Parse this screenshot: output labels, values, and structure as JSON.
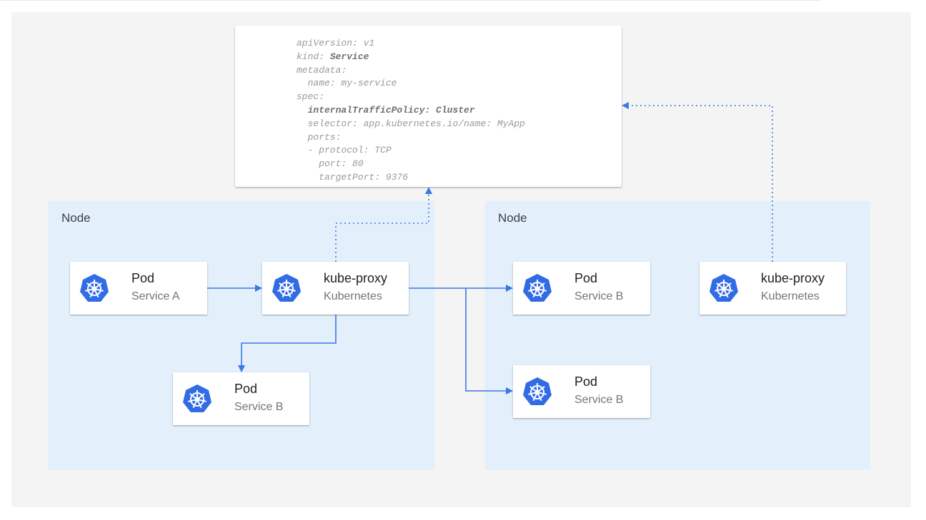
{
  "colors": {
    "accent": "#3a78e6",
    "k8s": "#326ce5",
    "node_bg": "#e3f0fc",
    "panel": "#f4f4f4"
  },
  "yaml": {
    "lines": [
      "apiVersion: v1",
      "kind: ",
      "Service",
      "metadata:",
      "  name: my-service",
      "spec:",
      "  internalTrafficPolicy: Cluster",
      "  selector: app.kubernetes.io/name: MyApp",
      "  ports:",
      "  - protocol: TCP",
      "    port: 80",
      "    targetPort: 9376"
    ]
  },
  "nodes": [
    {
      "label": "Node"
    },
    {
      "label": "Node"
    }
  ],
  "cards": [
    {
      "title": "Pod",
      "subtitle": "Service A",
      "icon": "kubernetes-icon"
    },
    {
      "title": "kube-proxy",
      "subtitle": "Kubernetes",
      "icon": "kubernetes-icon"
    },
    {
      "title": "Pod",
      "subtitle": "Service B",
      "icon": "kubernetes-icon"
    },
    {
      "title": "Pod",
      "subtitle": "Service B",
      "icon": "kubernetes-icon"
    },
    {
      "title": "kube-proxy",
      "subtitle": "Kubernetes",
      "icon": "kubernetes-icon"
    },
    {
      "title": "Pod",
      "subtitle": "Service B",
      "icon": "kubernetes-icon"
    }
  ]
}
